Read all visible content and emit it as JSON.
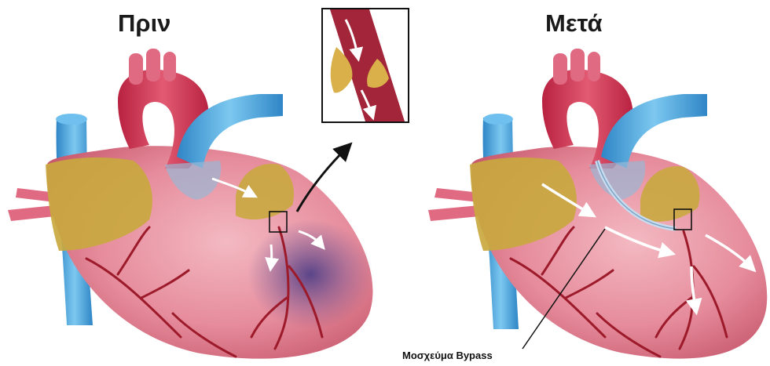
{
  "labels": {
    "before": "Πριν",
    "after": "Μετά",
    "graft": "Μοσχεύμα Bypass"
  },
  "colors": {
    "heart": "#e48a98",
    "aorta": "#d23a55",
    "vein": "#49a9e0",
    "fat": "#c9a63e",
    "ischemia": "#5a4a8a",
    "vessel": "#9c1a2a"
  }
}
